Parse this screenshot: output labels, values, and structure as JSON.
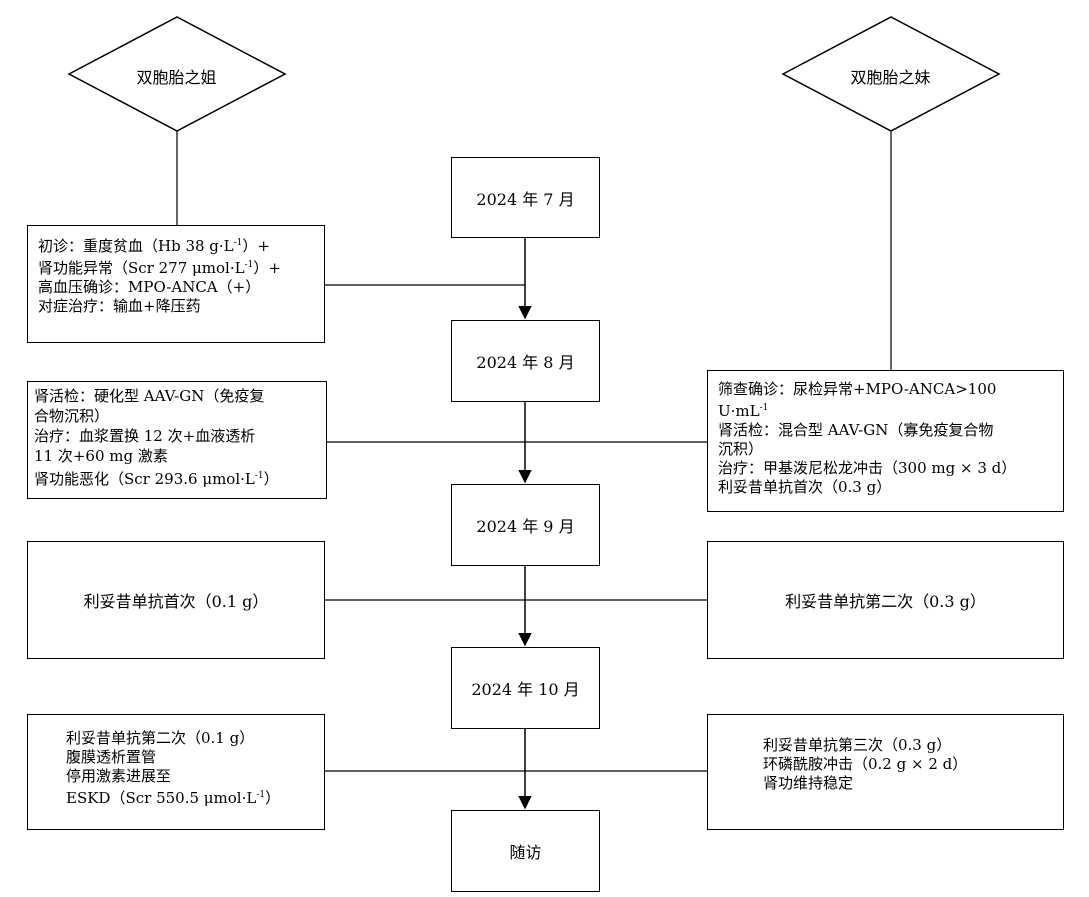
{
  "sisters": {
    "elder": "双胞胎之姐",
    "younger": "双胞胎之妹"
  },
  "timeline": {
    "jul": "2024 年 7 月",
    "aug": "2024 年 8 月",
    "sep": "2024 年 9 月",
    "oct": "2024 年 10 月",
    "followup": "随访"
  },
  "elder_events": {
    "initial": {
      "line1_prefix": "初诊：重度贫血（Hb 38 g·L",
      "line1_suffix": "）+",
      "line2_prefix": "肾功能异常（Scr 277 μmol·L",
      "line2_suffix": "）+",
      "line3": "高血压确诊：MPO-ANCA（+）",
      "line4": "对症治疗：输血+降压药",
      "sup": "-1"
    },
    "biopsy": {
      "line1": "肾活检：硬化型 AAV-GN（免疫复",
      "line2": "合物沉积）",
      "line3": "治疗：血浆置换 12 次+血液透析",
      "line4": "11 次+60 mg 激素",
      "line5_prefix": "肾功能恶化（Scr 293.6 μmol·L",
      "line5_suffix": "）",
      "sup": "-1"
    },
    "rituximab1": "利妥昔单抗首次（0.1 g）",
    "rituximab2": {
      "line1": "利妥昔单抗第二次（0.1 g）",
      "line2": "腹膜透析置管",
      "line3": "停用激素进展至",
      "line4_prefix": "ESKD（Scr 550.5 μmol·L",
      "line4_suffix": "）",
      "sup": "-1"
    }
  },
  "younger_events": {
    "screening": {
      "line1": "筛查确诊：尿检异常+MPO-ANCA>100",
      "line2_prefix": "U·mL",
      "sup": "-1",
      "line3": "肾活检：混合型 AAV-GN（寡免疫复合物",
      "line4": "沉积）",
      "line5": "治疗：甲基泼尼松龙冲击（300 mg × 3 d）",
      "line6": "利妥昔单抗首次（0.3 g）"
    },
    "rituximab2": "利妥昔单抗第二次（0.3 g）",
    "rituximab3": {
      "line1": "利妥昔单抗第三次（0.3 g）",
      "line2": "环磷酰胺冲击（0.2 g × 2 d）",
      "line3": "肾功维持稳定"
    }
  }
}
